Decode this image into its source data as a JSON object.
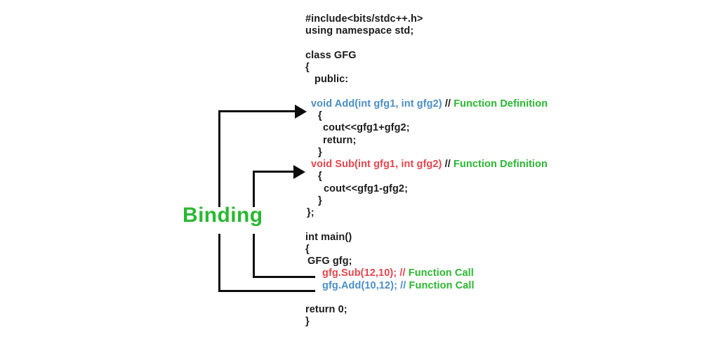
{
  "diagram": {
    "label": "Binding"
  },
  "colors": {
    "background": "#ffffff",
    "code_default": "#1b1b1b",
    "blue": "#4a8ec5",
    "red": "#e8444b",
    "green": "#29b830",
    "arrow": "#0d0d0d"
  },
  "code": {
    "lines": [
      {
        "indent": 0,
        "segments": [
          {
            "color": "default",
            "text": "#include<bits/stdc++.h>"
          }
        ]
      },
      {
        "indent": 0,
        "segments": [
          {
            "color": "default",
            "text": "using namespace std;"
          }
        ]
      },
      {
        "indent": 0,
        "segments": []
      },
      {
        "indent": 0,
        "segments": [
          {
            "color": "default",
            "text": "class GFG"
          }
        ]
      },
      {
        "indent": 0,
        "segments": [
          {
            "color": "default",
            "text": "{"
          }
        ]
      },
      {
        "indent": 13,
        "segments": [
          {
            "color": "default",
            "text": "public:"
          }
        ]
      },
      {
        "indent": 0,
        "segments": []
      },
      {
        "indent": 8,
        "segments": [
          {
            "color": "blue",
            "text": "void Add(int gfg1, int gfg2) "
          },
          {
            "color": "default",
            "text": "// "
          },
          {
            "color": "green",
            "text": "Function Definition"
          }
        ]
      },
      {
        "indent": 18,
        "segments": [
          {
            "color": "default",
            "text": "{"
          }
        ]
      },
      {
        "indent": 25,
        "segments": [
          {
            "color": "default",
            "text": "cout<<gfg1+gfg2;"
          }
        ]
      },
      {
        "indent": 25,
        "segments": [
          {
            "color": "default",
            "text": "return;"
          }
        ]
      },
      {
        "indent": 18,
        "segments": [
          {
            "color": "default",
            "text": "}"
          }
        ]
      },
      {
        "indent": 8,
        "segments": [
          {
            "color": "red",
            "text": "void Sub(int gfg1, int gfg2) "
          },
          {
            "color": "default",
            "text": "// "
          },
          {
            "color": "green",
            "text": "Function Definition"
          }
        ]
      },
      {
        "indent": 18,
        "segments": [
          {
            "color": "default",
            "text": "{"
          }
        ]
      },
      {
        "indent": 26,
        "segments": [
          {
            "color": "default",
            "text": "cout<<gfg1-gfg2;"
          }
        ]
      },
      {
        "indent": 18,
        "segments": [
          {
            "color": "default",
            "text": "}"
          }
        ]
      },
      {
        "indent": 2,
        "segments": [
          {
            "color": "default",
            "text": "};"
          }
        ]
      },
      {
        "indent": 0,
        "segments": []
      },
      {
        "indent": 0,
        "segments": [
          {
            "color": "default",
            "text": "int main()"
          }
        ]
      },
      {
        "indent": 0,
        "segments": [
          {
            "color": "default",
            "text": "{"
          }
        ]
      },
      {
        "indent": 3,
        "segments": [
          {
            "color": "default",
            "text": "GFG gfg;"
          }
        ]
      },
      {
        "indent": 24,
        "segments": [
          {
            "color": "red",
            "text": "gfg.Sub(12,10); // "
          },
          {
            "color": "green",
            "text": "Function Call"
          }
        ]
      },
      {
        "indent": 24,
        "segments": [
          {
            "color": "blue",
            "text": "gfg.Add(10,12); // "
          },
          {
            "color": "green",
            "text": "Function Call"
          }
        ]
      },
      {
        "indent": 0,
        "segments": []
      },
      {
        "indent": 0,
        "segments": [
          {
            "color": "default",
            "text": "return 0;"
          }
        ]
      },
      {
        "indent": 0,
        "segments": [
          {
            "color": "default",
            "text": "}"
          }
        ]
      }
    ]
  },
  "arrows": [
    {
      "name": "add-binding-arrow",
      "from": "gfg.Add(10,12); call",
      "to": "void Add definition"
    },
    {
      "name": "sub-binding-arrow",
      "from": "gfg.Sub(12,10); call",
      "to": "void Sub definition"
    }
  ]
}
